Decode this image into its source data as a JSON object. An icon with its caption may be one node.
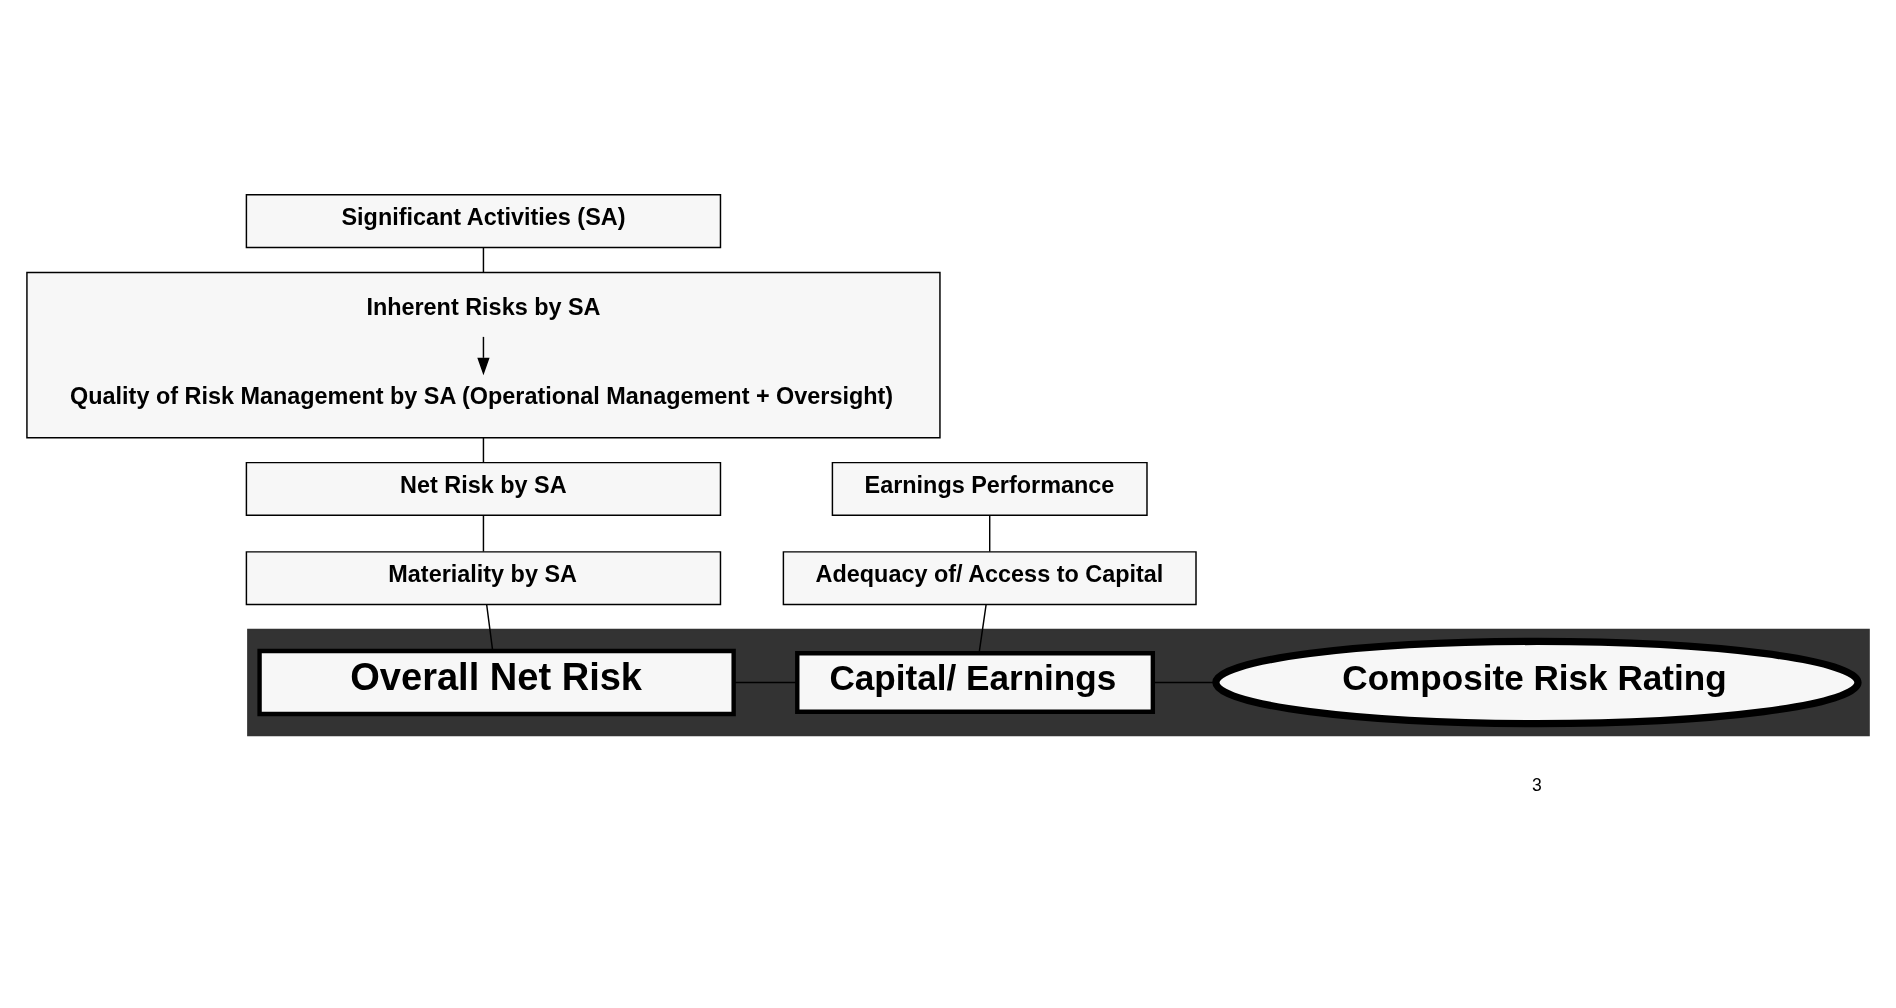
{
  "diagram": {
    "nodes": [
      {
        "text": [
          "Significant Activities (SA)"
        ]
      },
      {
        "text": [],
        "shape": "box"
      },
      {
        "text": [
          "Inherent Risks by SA"
        ],
        "in": 1
      },
      {
        "text": [
          "Quality of Risk Management by SA (Operational Management + Oversight)"
        ],
        "in": 1
      },
      {
        "text": [
          "Net Risk by SA"
        ]
      },
      {
        "text": [
          "Materiality by SA"
        ]
      },
      {
        "text": [
          "Earnings Performance"
        ]
      },
      {
        "text": [
          "Adequacy of/ Access to Capital"
        ]
      },
      {
        "text": [],
        "shape": "arrow"
      },
      {
        "text": [
          "Overall Net Risk"
        ],
        "in": 8
      },
      {
        "text": [
          "Capital/ Earnings"
        ],
        "in": 8
      },
      {
        "text": [
          "Composite Risk Rating"
        ],
        "in": 8
      }
    ],
    "edges": [
      {
        "from": 0,
        "to": 1,
        "arrow": "none"
      },
      {
        "from": 2,
        "to": 3,
        "arrow": "to"
      },
      {
        "from": 1,
        "to": 4,
        "arrow": "none"
      },
      {
        "from": 4,
        "to": 5,
        "arrow": "none"
      },
      {
        "from": 5,
        "to": 9,
        "arrow": "none"
      },
      {
        "from": 6,
        "to": 7,
        "arrow": "none"
      },
      {
        "from": 7,
        "to": 10,
        "arrow": "none"
      },
      {
        "from": 9,
        "to": 10,
        "arrow": "none"
      },
      {
        "from": 10,
        "to": 11,
        "arrow": "none"
      }
    ],
    "labels": [
      "3"
    ]
  }
}
